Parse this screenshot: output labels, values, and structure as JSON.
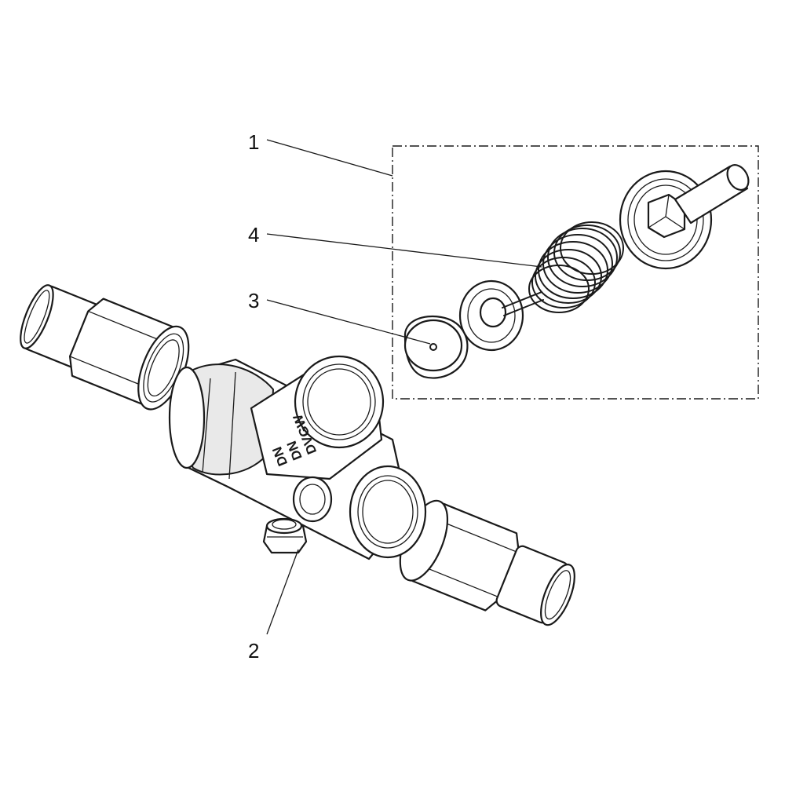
{
  "diagram": {
    "callouts": [
      {
        "id": "1",
        "label": "1"
      },
      {
        "id": "2",
        "label": "2"
      },
      {
        "id": "3",
        "label": "3"
      },
      {
        "id": "4",
        "label": "4"
      }
    ],
    "body_markings": [
      "DN",
      "DN",
      "DVGW"
    ]
  }
}
